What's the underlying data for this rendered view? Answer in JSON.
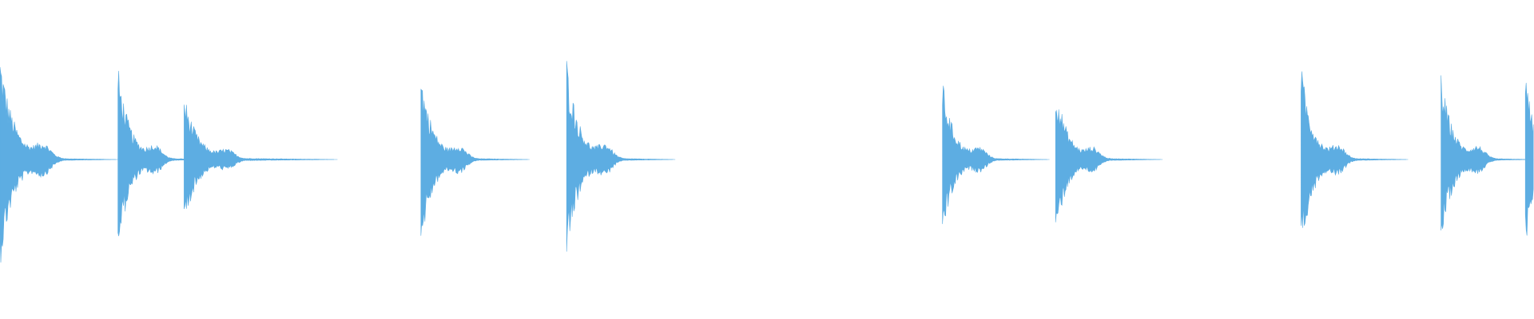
{
  "waveform": {
    "color": "#5dade2",
    "background": "#ffffff",
    "duration_seconds": 8.0,
    "sample_rate_hint": "audio",
    "hits": [
      {
        "time": 0.0,
        "amplitude": 0.98,
        "decay": 0.3,
        "tail": 0.32
      },
      {
        "time": 0.615,
        "amplitude": 0.86,
        "decay": 0.26,
        "tail": 0.3
      },
      {
        "time": 0.96,
        "amplitude": 0.6,
        "decay": 0.3,
        "tail": 0.5
      },
      {
        "time": 2.195,
        "amplitude": 0.8,
        "decay": 0.27,
        "tail": 0.3
      },
      {
        "time": 2.955,
        "amplitude": 0.92,
        "decay": 0.27,
        "tail": 0.3
      },
      {
        "time": 4.915,
        "amplitude": 0.72,
        "decay": 0.26,
        "tail": 0.3
      },
      {
        "time": 5.505,
        "amplitude": 0.72,
        "decay": 0.26,
        "tail": 0.3
      },
      {
        "time": 6.785,
        "amplitude": 0.86,
        "decay": 0.26,
        "tail": 0.3
      },
      {
        "time": 7.515,
        "amplitude": 0.78,
        "decay": 0.26,
        "tail": 0.3
      },
      {
        "time": 7.955,
        "amplitude": 0.82,
        "decay": 0.2,
        "tail": 0.05
      }
    ]
  }
}
